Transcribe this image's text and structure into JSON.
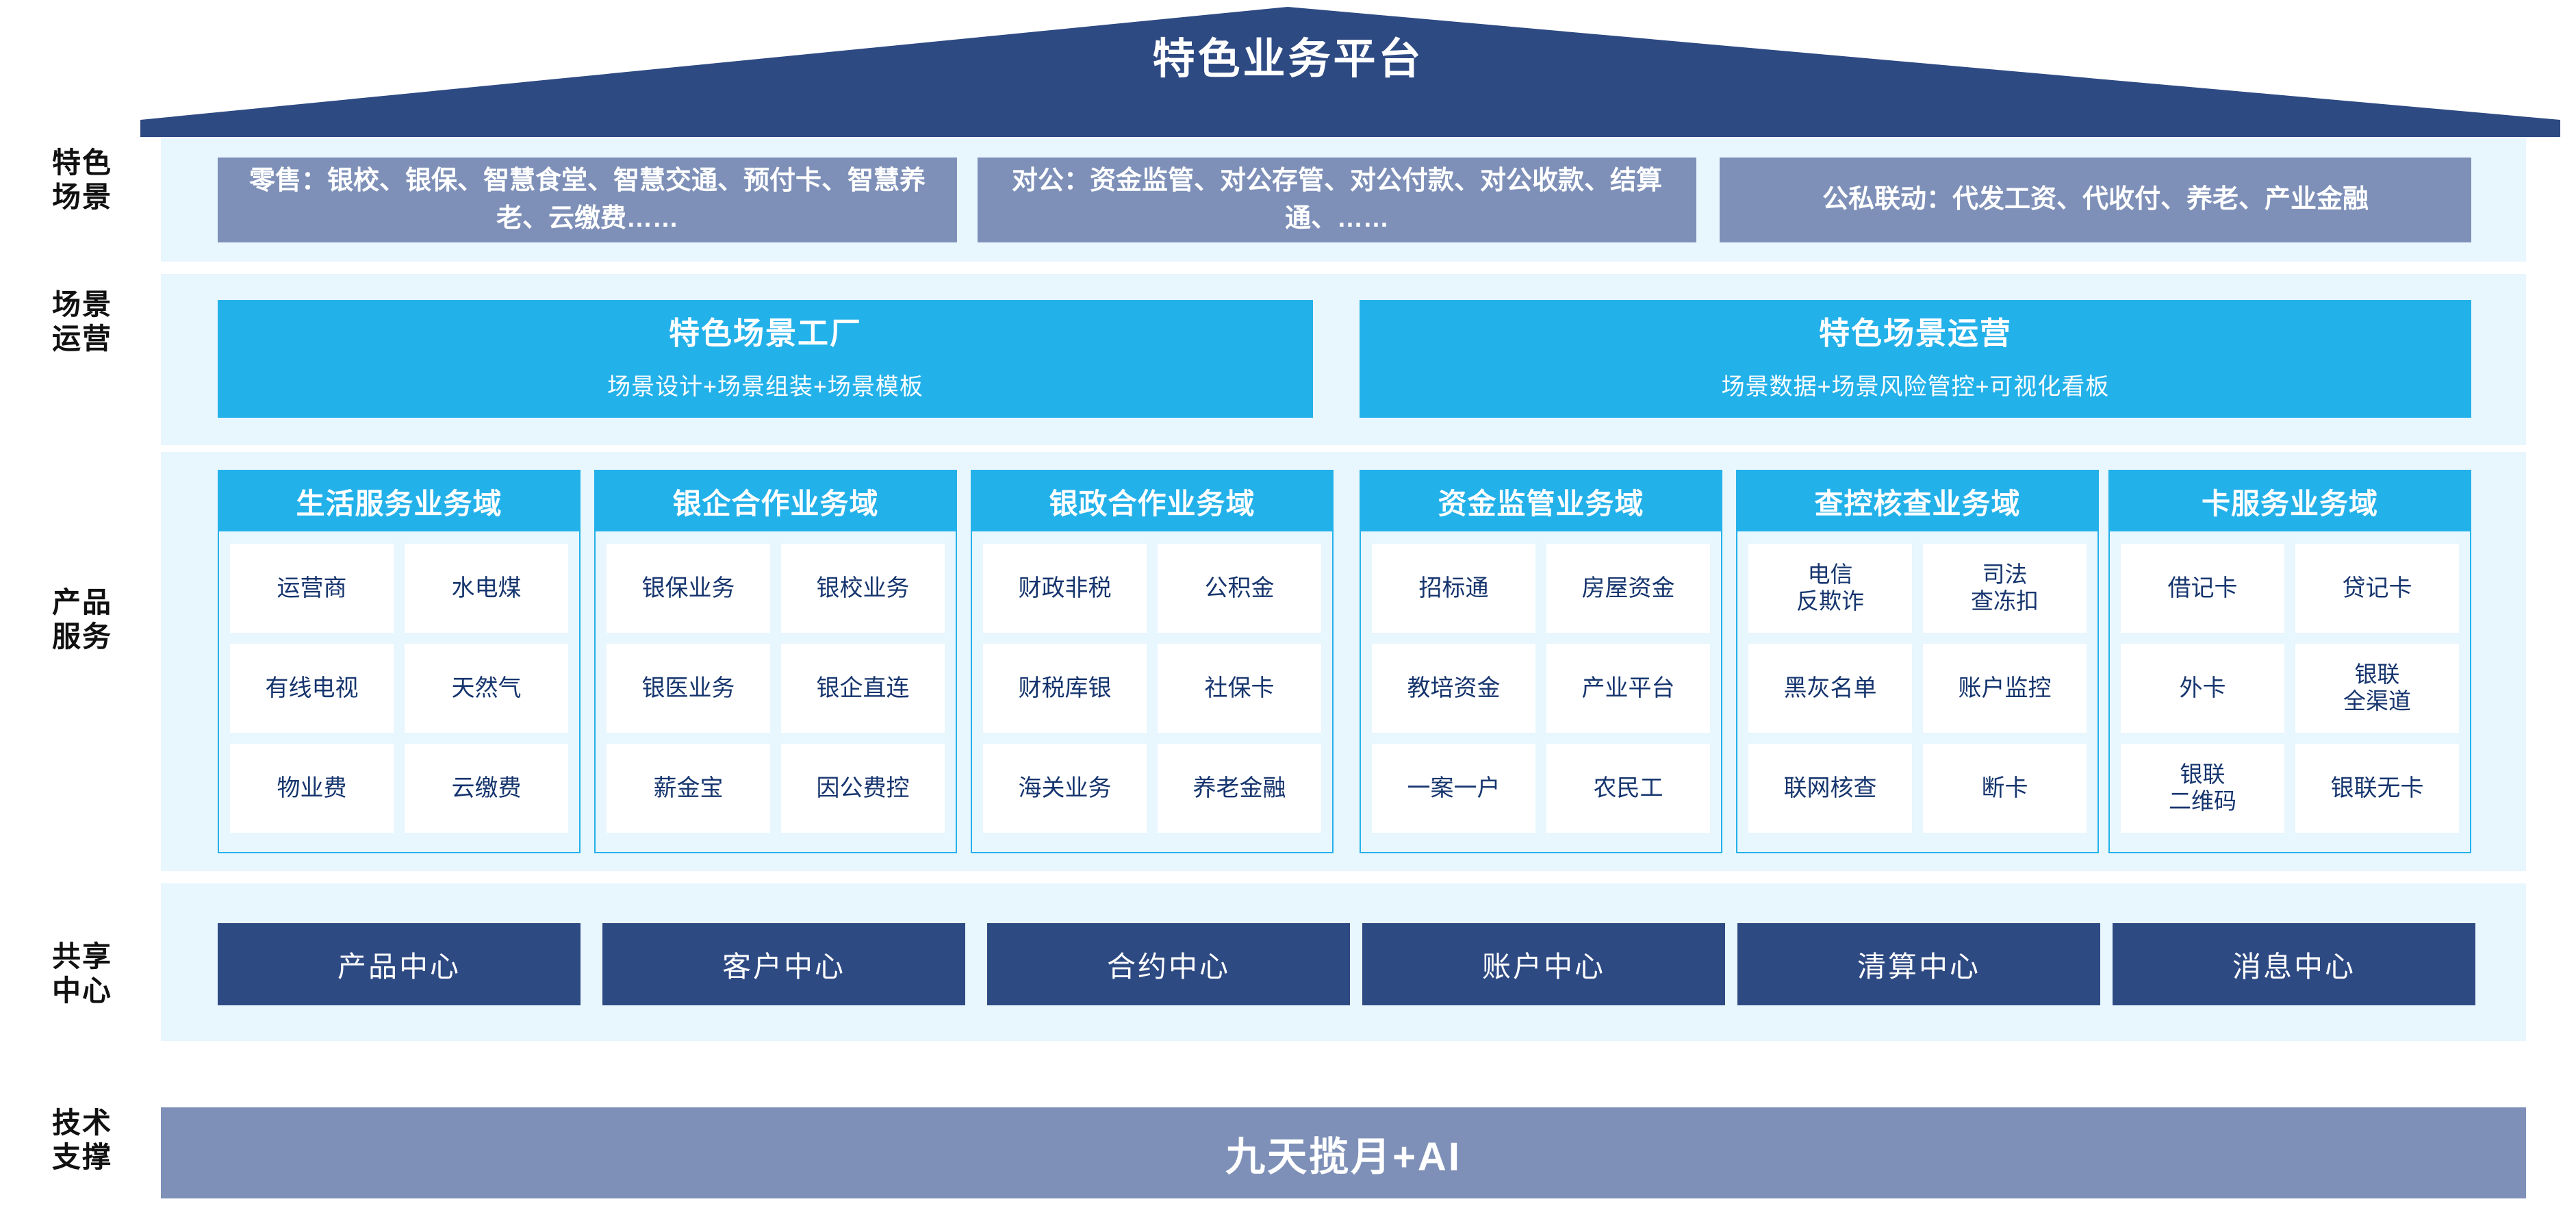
{
  "header": {
    "title": "特色业务平台",
    "roof_color": "#2e4a83"
  },
  "colors": {
    "roof_navy": "#2e4a83",
    "scenario_slate": "#7e90b8",
    "operation_cyan": "#23b1ea",
    "band_light": "#e8f6fd",
    "product_text": "#16356e",
    "center_navy": "#2e4a83",
    "tech_slate": "#7e90b8"
  },
  "row_labels": {
    "scenario": "特色\n场景",
    "operation": "场景\n运营",
    "product": "产品\n服务",
    "shared": "共享\n中心",
    "tech": "技术\n支撑"
  },
  "scenario_row": {
    "label": "特色场景",
    "boxes": [
      {
        "text": "零售：银校、银保、智慧食堂、智慧交通、预付卡、智慧养老、云缴费……"
      },
      {
        "text": "对公：资金监管、对公存管、对公付款、对公收款、结算通、……"
      },
      {
        "text": "公私联动：代发工资、代收付、养老、产业金融"
      }
    ]
  },
  "operation_row": {
    "label": "场景运营",
    "boxes": [
      {
        "title": "特色场景工厂",
        "subtitle": "场景设计+场景组装+场景模板"
      },
      {
        "title": "特色场景运营",
        "subtitle": "场景数据+场景风险管控+可视化看板"
      }
    ]
  },
  "product_row": {
    "label": "产品服务",
    "domains": [
      {
        "title": "生活服务业务域",
        "items": [
          "运营商",
          "水电煤",
          "有线电视",
          "天然气",
          "物业费",
          "云缴费"
        ]
      },
      {
        "title": "银企合作业务域",
        "items": [
          "银保业务",
          "银校业务",
          "银医业务",
          "银企直连",
          "薪金宝",
          "因公费控"
        ]
      },
      {
        "title": "银政合作业务域",
        "items": [
          "财政非税",
          "公积金",
          "财税库银",
          "社保卡",
          "海关业务",
          "养老金融"
        ]
      },
      {
        "title": "资金监管业务域",
        "items": [
          "招标通",
          "房屋资金",
          "教培资金",
          "产业平台",
          "一案一户",
          "农民工"
        ]
      },
      {
        "title": "查控核查业务域",
        "items": [
          "电信\n反欺诈",
          "司法\n查冻扣",
          "黑灰名单",
          "账户监控",
          "联网核查",
          "断卡"
        ]
      },
      {
        "title": "卡服务业务域",
        "items": [
          "借记卡",
          "贷记卡",
          "外卡",
          "银联\n全渠道",
          "银联\n二维码",
          "银联无卡"
        ]
      }
    ]
  },
  "shared_row": {
    "label": "共享中心",
    "centers": [
      "产品中心",
      "客户中心",
      "合约中心",
      "账户中心",
      "清算中心",
      "消息中心"
    ]
  },
  "tech_row": {
    "label": "技术支撑",
    "text": "九天揽月+AI"
  }
}
